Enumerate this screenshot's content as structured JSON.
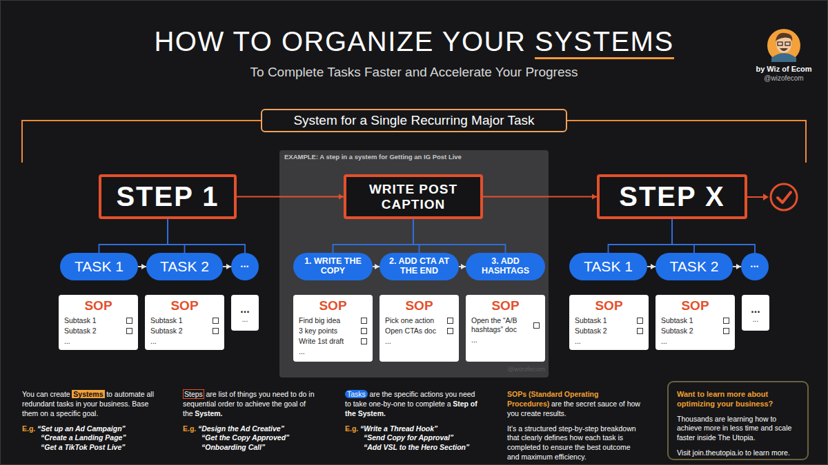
{
  "diagram": {
    "title": "HOW TO ORGANIZE YOUR SYSTEMS",
    "caption": "To Complete Tasks Faster and Accelerate Your Progress",
    "nodes": [
      {
        "text": [
          "System for a Single Recurring Major Task"
        ]
      },
      {
        "text": [
          "STEP 1"
        ]
      },
      {
        "text": [
          "TASK 1"
        ]
      },
      {
        "text": [
          "TASK 2"
        ]
      },
      {
        "text": [
          "•••"
        ]
      },
      {
        "text": [
          "SOP",
          "Subtask 1",
          "Subtask 2",
          "..."
        ]
      },
      {
        "text": [
          "SOP",
          "Subtask 1",
          "Subtask 2",
          "..."
        ]
      },
      {
        "text": [
          "...",
          "..."
        ]
      },
      {
        "text": [
          "EXAMPLE: A step in a system for Getting an IG Post Live"
        ]
      },
      {
        "text": [
          "WRITE POST CAPTION"
        ],
        "in": 8
      },
      {
        "text": [
          "1. WRITE THE COPY"
        ],
        "in": 8
      },
      {
        "text": [
          "2. ADD CTA AT THE END"
        ],
        "in": 8
      },
      {
        "text": [
          "3. ADD HASHTAGS"
        ],
        "in": 8
      },
      {
        "text": [
          "SOP",
          "Find big idea",
          "3 key points",
          "Write 1st draft",
          "..."
        ],
        "in": 8
      },
      {
        "text": [
          "SOP",
          "Pick one action",
          "Open CTAs doc",
          "..."
        ],
        "in": 8
      },
      {
        "text": [
          "SOP",
          "Open the “A/B hashtags” doc",
          "..."
        ],
        "in": 8
      },
      {
        "text": [
          "STEP X"
        ]
      },
      {
        "text": [
          "TASK 1"
        ]
      },
      {
        "text": [
          "TASK 2"
        ]
      },
      {
        "text": [
          "•••"
        ]
      },
      {
        "text": [
          "SOP",
          "Subtask 1",
          "Subtask 2",
          "..."
        ]
      },
      {
        "text": [
          "SOP",
          "Subtask 1",
          "Subtask 2",
          "..."
        ]
      },
      {
        "text": [
          "...",
          "..."
        ]
      },
      {
        "text": [
          "Want to learn more about optimizing your business?",
          "Thousands are learning how to achieve more in less time and scale faster inside The Utopia.",
          "Visit join.theutopia.io to learn more."
        ]
      }
    ],
    "edges": [
      {
        "from": 1,
        "to": 9,
        "arrow": "to"
      },
      {
        "from": 9,
        "to": 16,
        "arrow": "to"
      },
      {
        "from": 1,
        "to": 2,
        "arrow": "none"
      },
      {
        "from": 1,
        "to": 3,
        "arrow": "none"
      },
      {
        "from": 1,
        "to": 4,
        "arrow": "none"
      },
      {
        "from": 2,
        "to": 3,
        "arrow": "to"
      },
      {
        "from": 3,
        "to": 4,
        "arrow": "to"
      },
      {
        "from": 9,
        "to": 10,
        "arrow": "none"
      },
      {
        "from": 9,
        "to": 11,
        "arrow": "none"
      },
      {
        "from": 9,
        "to": 12,
        "arrow": "none"
      },
      {
        "from": 10,
        "to": 11,
        "arrow": "to"
      },
      {
        "from": 11,
        "to": 12,
        "arrow": "to"
      },
      {
        "from": 16,
        "to": 17,
        "arrow": "none"
      },
      {
        "from": 16,
        "to": 18,
        "arrow": "none"
      },
      {
        "from": 16,
        "to": 19,
        "arrow": "none"
      },
      {
        "from": 17,
        "to": 18,
        "arrow": "to"
      },
      {
        "from": 18,
        "to": 19,
        "arrow": "to"
      }
    ],
    "labels": [
      "by Wiz of Ecom",
      "@wizofecom",
      "@wizofecom",
      "You can create",
      "Systems",
      "to automate all redundant tasks in your business. Base them on a specific goal.",
      "E.g.",
      "“Set up an Ad Campaign”",
      "“Create a Landing Page”",
      "“Get a TikTok Post Live”",
      "Steps",
      "are list of things you need to do in sequential order to achieve the goal of the",
      "System.",
      "E.g.",
      "“Design the Ad Creative”",
      "“Get the Copy Approved”",
      "“Onboarding Call”",
      "Tasks",
      "are the specific actions you need to take one-by-one to complete a",
      "Step of the System.",
      "E.g.",
      "“Write a Thread Hook”",
      "“Send Copy for Approval”",
      "“Add VSL to the Hero Section”",
      "SOPs (Standard Operating Procedures)",
      "are the secret sauce of how you create results.",
      "It’s a structured step-by-step breakdown that clearly defines how each task is completed to ensure the best outcome and maximum efficiency."
    ]
  }
}
